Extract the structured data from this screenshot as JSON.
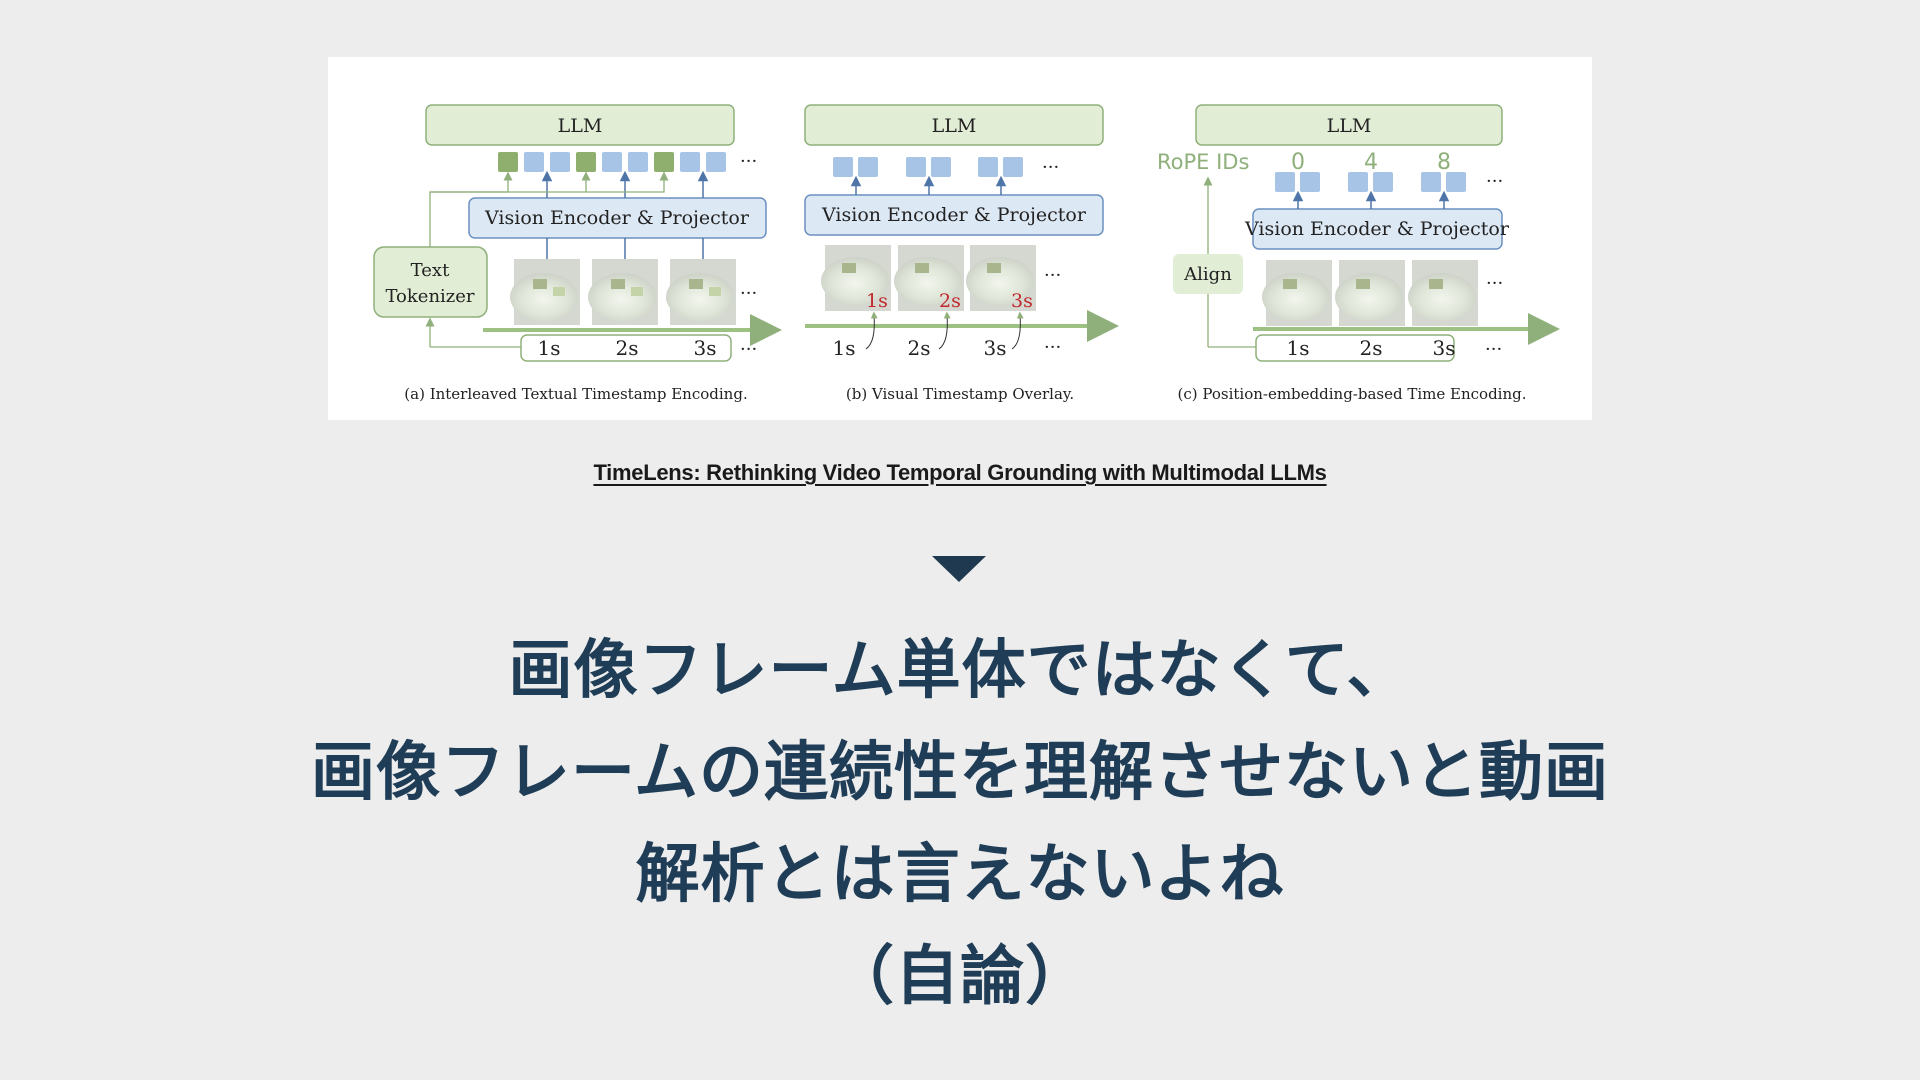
{
  "figure": {
    "panel_a": {
      "llm_label": "LLM",
      "encoder_label": "Vision Encoder & Projector",
      "tokenizer_line1": "Text",
      "tokenizer_line2": "Tokenizer",
      "times": [
        "1s",
        "2s",
        "3s"
      ],
      "ellipsis": "···",
      "caption": "(a) Interleaved Textual Timestamp Encoding."
    },
    "panel_b": {
      "llm_label": "LLM",
      "encoder_label": "Vision Encoder & Projector",
      "times": [
        "1s",
        "2s",
        "3s"
      ],
      "overlay_times": [
        "1s",
        "2s",
        "3s"
      ],
      "ellipsis": "···",
      "caption": "(b) Visual Timestamp Overlay."
    },
    "panel_c": {
      "llm_label": "LLM",
      "encoder_label": "Vision Encoder & Projector",
      "rope_label": "RoPE IDs",
      "rope_ids": [
        "0",
        "4",
        "8"
      ],
      "align_label": "Align",
      "times": [
        "1s",
        "2s",
        "3s"
      ],
      "ellipsis": "···",
      "caption": "(c) Position-embedding-based Time Encoding."
    },
    "colors": {
      "green_fill": "#e2edd5",
      "green_stroke": "#8fb07a",
      "blue_fill": "#dde8f5",
      "blue_stroke": "#6a90c0",
      "token_blue": "#a7c3e6",
      "token_green": "#8faf6e",
      "overlay_red": "#c0282c"
    }
  },
  "paper_link": "TimeLens: Rethinking Video Temporal Grounding with Multimodal LLMs",
  "message_lines": [
    "画像フレーム単体ではなくて、",
    "画像フレームの連続性を理解させないと動画",
    "解析とは言えないよね",
    "（自論）"
  ],
  "text_color": "#1f3d56"
}
